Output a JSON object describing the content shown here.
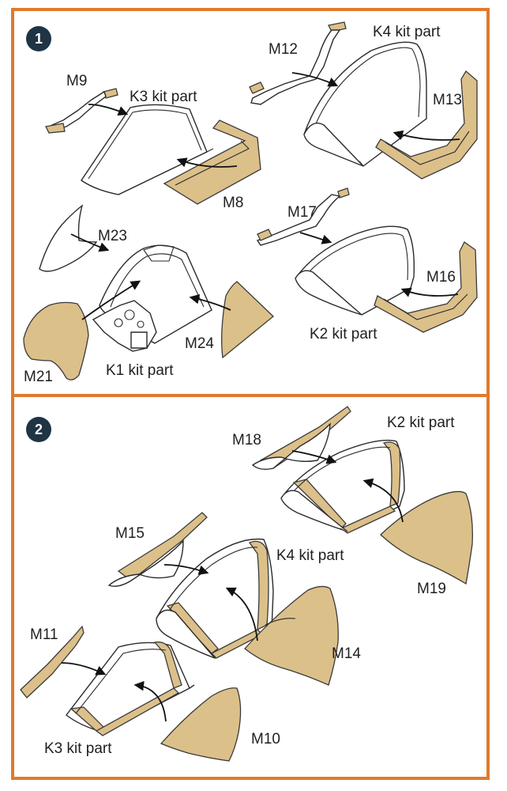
{
  "colors": {
    "border": "#e07a2e",
    "mask": "#dcc08a",
    "step_badge": "#1f3444"
  },
  "step1": {
    "number": "1",
    "labels": {
      "M9": "M9",
      "K3": "K3 kit part",
      "M8": "M8",
      "M12": "M12",
      "K4": "K4 kit part",
      "M13": "M13",
      "M23": "M23",
      "M21": "M21",
      "K1": "K1 kit part",
      "M24": "M24",
      "M17": "M17",
      "M16": "M16",
      "K2": "K2 kit part"
    }
  },
  "step2": {
    "number": "2",
    "labels": {
      "M18": "M18",
      "K2": "K2 kit part",
      "M19": "M19",
      "M15": "M15",
      "K4": "K4 kit part",
      "M14": "M14",
      "M11": "M11",
      "K3": "K3 kit part",
      "M10": "M10"
    }
  }
}
